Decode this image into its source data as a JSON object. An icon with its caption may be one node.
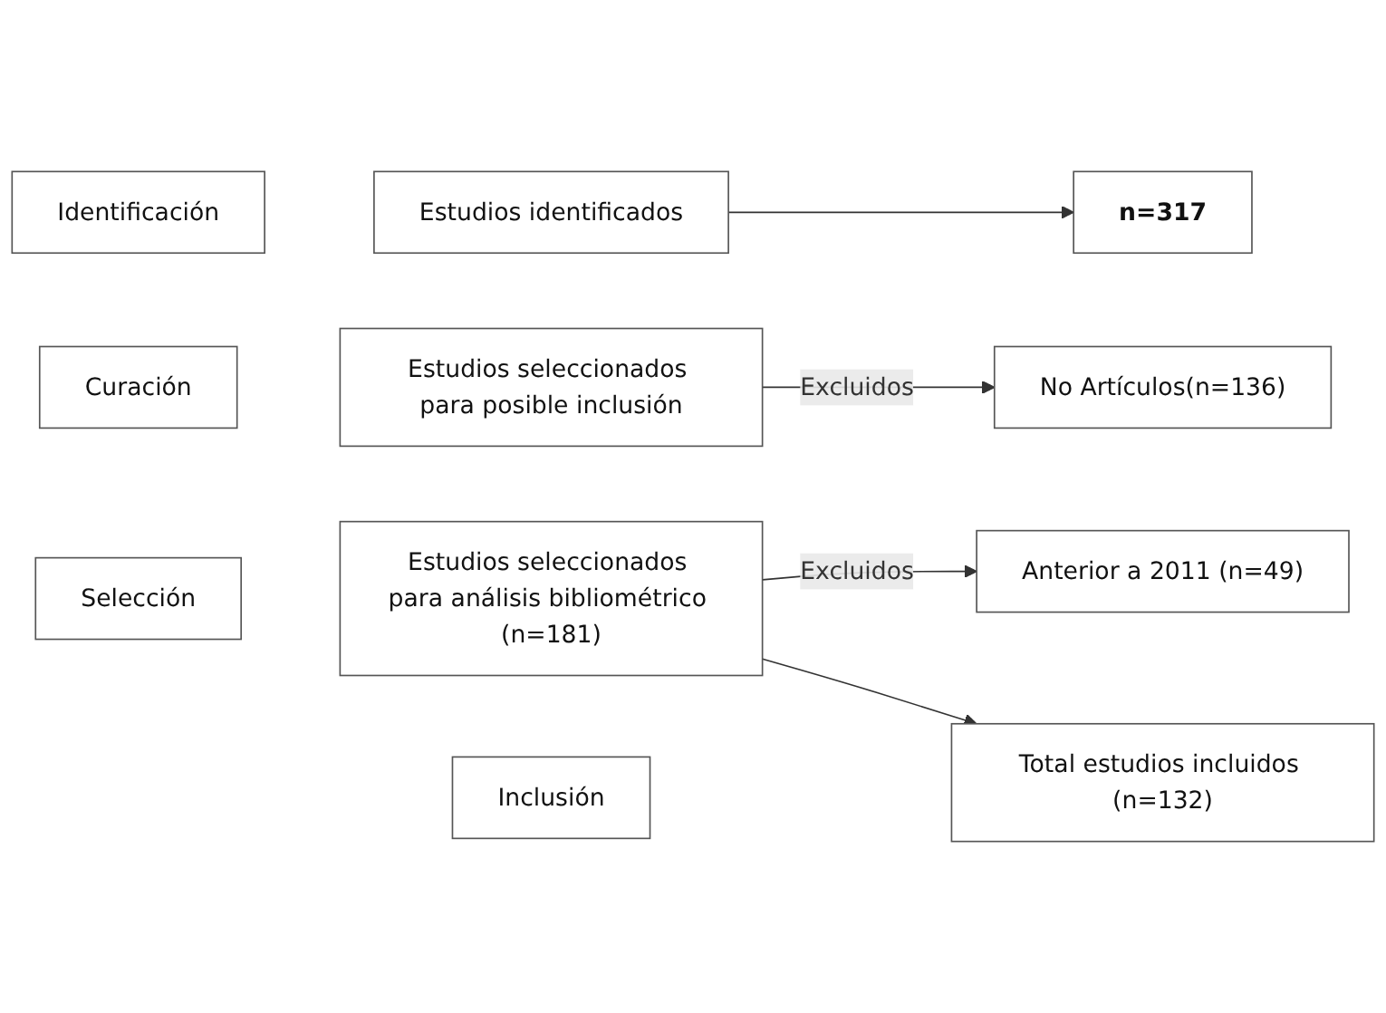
{
  "diagram": {
    "nodes": [
      {
        "text": [
          "Identificación"
        ]
      },
      {
        "text": [
          "Estudios identificados"
        ]
      },
      {
        "text": [
          "n=317"
        ]
      },
      {
        "text": [
          "Curación"
        ]
      },
      {
        "text": [
          "Estudios seleccionados para posible inclusión"
        ]
      },
      {
        "text": [
          "No Artículos(n=136)"
        ]
      },
      {
        "text": [
          "Selección"
        ]
      },
      {
        "text": [
          "Estudios seleccionados para análisis bibliométrico (n=181)"
        ]
      },
      {
        "text": [
          "Anterior a 2011 (n=49)"
        ]
      },
      {
        "text": [
          "Inclusión"
        ]
      },
      {
        "text": [
          "Total estudios incluidos (n=132)"
        ]
      }
    ],
    "edges": [
      {
        "from": 1,
        "to": 2,
        "arrow": "to"
      },
      {
        "from": 4,
        "to": 5,
        "label": "Excluidos",
        "arrow": "to"
      },
      {
        "from": 7,
        "to": 8,
        "label": "Excluidos",
        "arrow": "to"
      },
      {
        "from": 7,
        "to": 10,
        "arrow": "to"
      }
    ]
  }
}
